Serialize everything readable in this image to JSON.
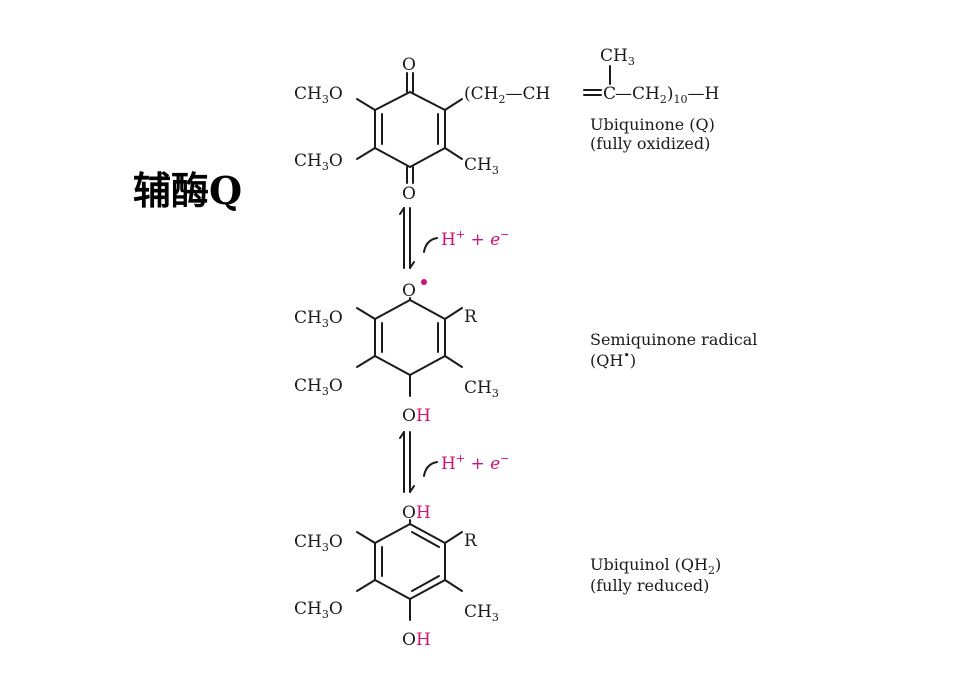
{
  "slide": {
    "title": "辅酶Q"
  },
  "colors": {
    "text": "#1a1a1a",
    "accent": "#cc1177"
  },
  "atoms": {
    "O": "O",
    "H": "H",
    "R": "R",
    "CH3": "CH",
    "CH3_sub": "3",
    "CH3O": "CH",
    "CH3O_sub": "3",
    "CH3O_tail": "O",
    "C": "C"
  },
  "chain": {
    "open": "(CH",
    "open_sub": "2",
    "seg1": "—CH",
    "ch_link": "—",
    "close": "—CH",
    "close_sub": "2",
    "paren": ")",
    "repeat": "10",
    "end": "—H"
  },
  "steps": [
    {
      "reagent": "H",
      "reagent_sup": "+",
      "plus": " + ",
      "electron": "e",
      "electron_sup": "−"
    },
    {
      "reagent": "H",
      "reagent_sup": "+",
      "plus": " + ",
      "electron": "e",
      "electron_sup": "−"
    }
  ],
  "forms": [
    {
      "name": "Ubiquinone (Q)",
      "state": "(fully oxidized)"
    },
    {
      "name": "Semiquinone radical",
      "state_open": "(QH",
      "state_sup": "•",
      "state_close": ")"
    },
    {
      "name_open": "Ubiquinol (QH",
      "name_sub": "2",
      "name_close": ")",
      "state": "(fully reduced)"
    }
  ]
}
